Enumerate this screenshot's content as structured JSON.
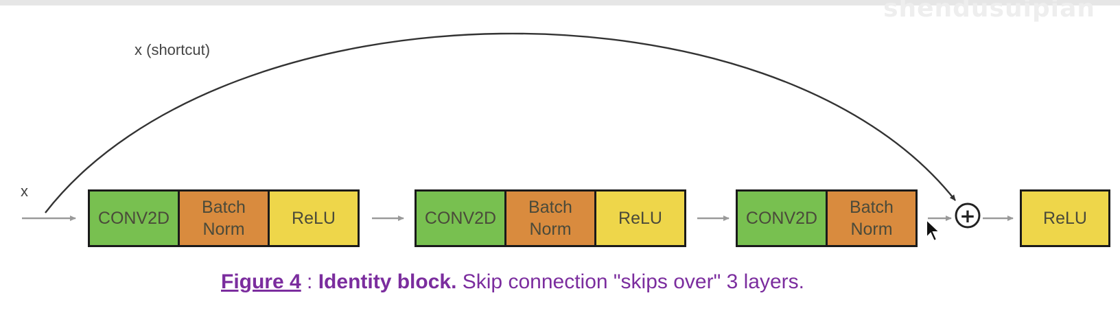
{
  "watermark": "shendusuipian",
  "labels": {
    "input": "x",
    "shortcut": "x (shortcut)"
  },
  "blocks": [
    {
      "label": "CONV2D",
      "kind": "conv"
    },
    {
      "label": "Batch Norm",
      "kind": "bn"
    },
    {
      "label": "ReLU",
      "kind": "relu"
    },
    {
      "label": "CONV2D",
      "kind": "conv"
    },
    {
      "label": "Batch Norm",
      "kind": "bn"
    },
    {
      "label": "ReLU",
      "kind": "relu"
    },
    {
      "label": "CONV2D",
      "kind": "conv"
    },
    {
      "label": "Batch Norm",
      "kind": "bn"
    }
  ],
  "add_symbol": "+",
  "output_block": {
    "label": "ReLU",
    "kind": "relu"
  },
  "caption": {
    "figure_label": "Figure 4",
    "separator": " : ",
    "title": "Identity block.",
    "text": " Skip connection \"skips over\" 3 layers."
  },
  "colors": {
    "conv": "#78c050",
    "batchnorm": "#d98b3e",
    "relu": "#eed64a",
    "caption": "#7b2d9e"
  }
}
